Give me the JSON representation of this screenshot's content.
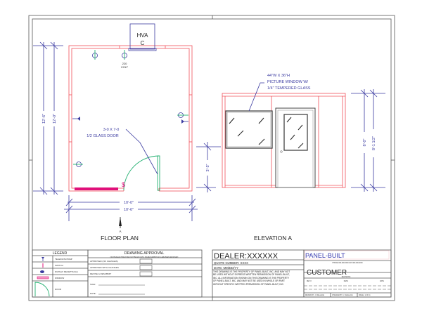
{
  "floor_plan": {
    "title": "FLOOR PLAN",
    "hvac_label_line1": "HVA",
    "hvac_label_line2": "C",
    "outlet_note_line1": "220",
    "outlet_note_line2": "VOLT",
    "door_note_line1": "3-0 X 7-0",
    "door_note_line2": "1/2 GLASS DOOR",
    "dim_outer_height": "12'-6\"",
    "dim_inner_height": "12'-0\"",
    "dim_inner_width": "10'-0\"",
    "dim_outer_width": "10'-6\"",
    "section_marker": "A",
    "switch_symbol": "$"
  },
  "elevation": {
    "title": "ELEVATION A",
    "window_note_line1": "44\"W X 36\"H",
    "window_note_line2": "PICTURE WINDOW W/",
    "window_note_line3": "1/4\" TEMPERED GLASS",
    "dim_sill": "3'-5\"",
    "dim_height_1": "8'-0\"",
    "dim_height_2": "8'-1 1/2\""
  },
  "legend": {
    "title": "LEGEND",
    "items": [
      "TELE/DATA PREP",
      "SWITCH",
      "DUPLEX RECEPTACLE",
      "WINDOW",
      "DOOR"
    ]
  },
  "approval": {
    "title": "DRAWING APPROVAL",
    "note": "QUOTE/LEAD TIME DOES NOT BEGIN UNTIL SIGNED APPROVALS ARE BEEN RECEIVED",
    "options": [
      "APPROVED (NO CHANGES)",
      "APPROVED WITH CHANGES",
      "REVISE & RESUBMIT"
    ],
    "sign_label": "SIGN:",
    "date_label": "DATE:"
  },
  "dealer": {
    "name": "DEALER:XXXXXX",
    "quote_number": "QUOTE NUMBER: XXXX",
    "date": "DATE: MM/DD/YY",
    "disclaimer": "THIS DRAWING IS THE PROPERTY OF PANEL BUILT, INC. AND MAY NOT BE USED WITHOUT EXPRESS WRITTEN PERMISSION OF PANEL-BUILT, INC. ALL INFORMATION SHOWN ON THIS DRAWING IS THE PROPERTY OF PANEL-BUILT, INC. AND MAY NOT BE USED IN WHOLE OR PART WITHOUT SPECIFIC WRITTEN PERMISSION OF PANEL-BUILT, INC."
  },
  "company": {
    "brand": "PANEL-BUILT",
    "contact": "PHONE 000-000-0000  FAX 000-000-0000",
    "customer": "CUSTOMER",
    "revisions_header": "REVISIONS",
    "rev_cols": [
      "REV #",
      "DESC",
      "DATE"
    ],
    "drawn_by": "DRAWN BY: J. WALLACE",
    "checked_by": "CHECKED BY: J. WALLACE",
    "page": "PAGE: 1 OF 4"
  },
  "colors": {
    "wall": "#f0505a",
    "dimension": "#3a3aa0",
    "door": "#22b070",
    "window": "#e0107a"
  }
}
